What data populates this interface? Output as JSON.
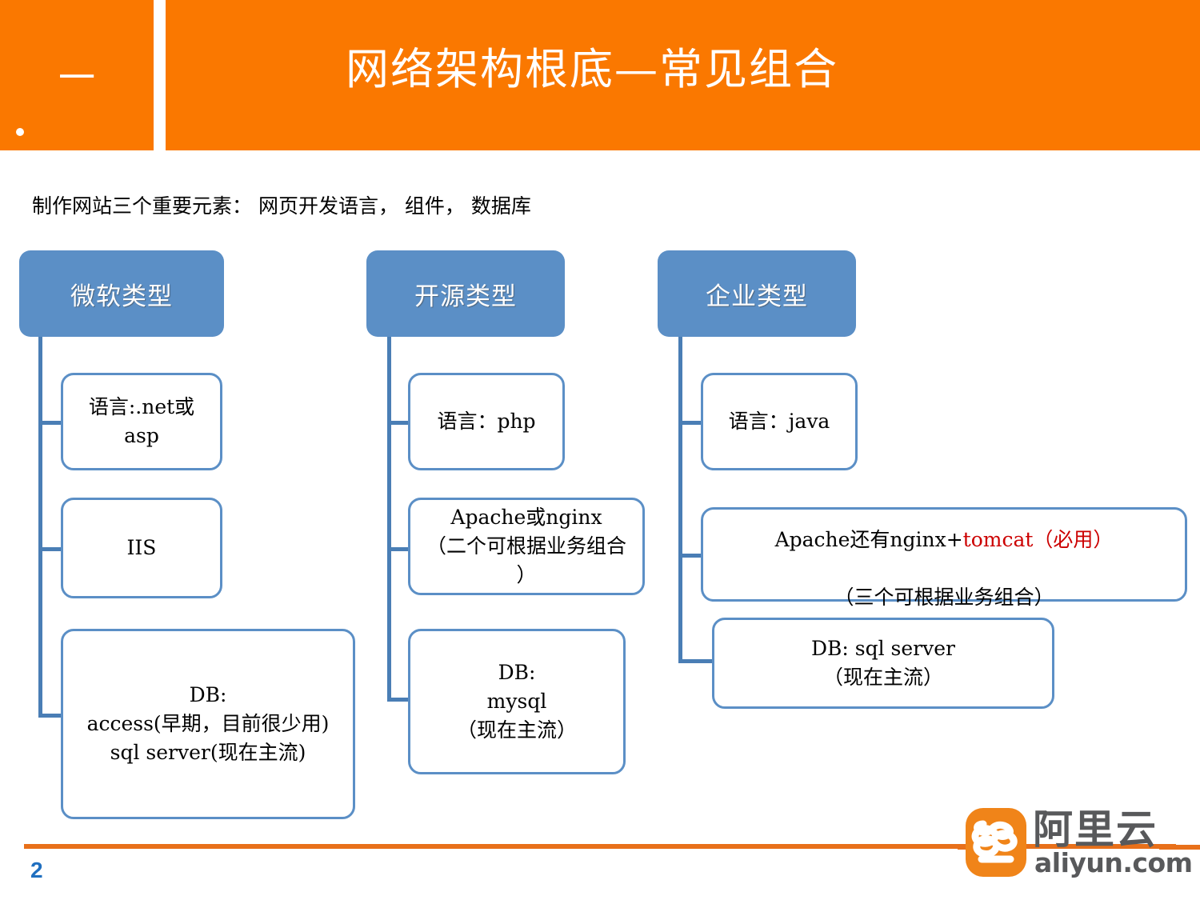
{
  "header": {
    "number": "一",
    "title": "网络架构根底—常见组合",
    "band_color": "#FA7800"
  },
  "subtitle": "制作网站三个重要元素： 网页开发语言， 组件， 数据库",
  "diagram": {
    "head_color": "#5B8FC6",
    "border_color": "#5B8FC6",
    "columns": [
      {
        "id": "microsoft",
        "head": "微软类型",
        "nodes": [
          {
            "id": "ms-lang",
            "text": "语言:.net或\nasp"
          },
          {
            "id": "ms-server",
            "text": "IIS"
          },
          {
            "id": "ms-db",
            "text": "DB:\naccess(早期，目前很少用)\nsql server(现在主流)"
          }
        ]
      },
      {
        "id": "opensource",
        "head": "开源类型",
        "nodes": [
          {
            "id": "os-lang",
            "text": "语言：php"
          },
          {
            "id": "os-server",
            "text": "Apache或nginx\n（二个可根据业务组合\n）"
          },
          {
            "id": "os-db",
            "text": "DB:\nmysql\n（现在主流）"
          }
        ]
      },
      {
        "id": "enterprise",
        "head": "企业类型",
        "nodes": [
          {
            "id": "ent-lang",
            "text": "语言：java"
          },
          {
            "id": "ent-server",
            "text_plain_1": "Apache还有nginx+",
            "text_red": "tomcat（必用）",
            "text_plain_2": "（三个可根据业务组合）"
          },
          {
            "id": "ent-db",
            "text": "DB:   sql server\n（现在主流）"
          }
        ]
      }
    ]
  },
  "footer": {
    "page_number": "2",
    "rule_color": "#E8701A",
    "logo": {
      "cn": "阿里云",
      "domain": "aliyun.com",
      "mark_color": "#F08419"
    }
  }
}
